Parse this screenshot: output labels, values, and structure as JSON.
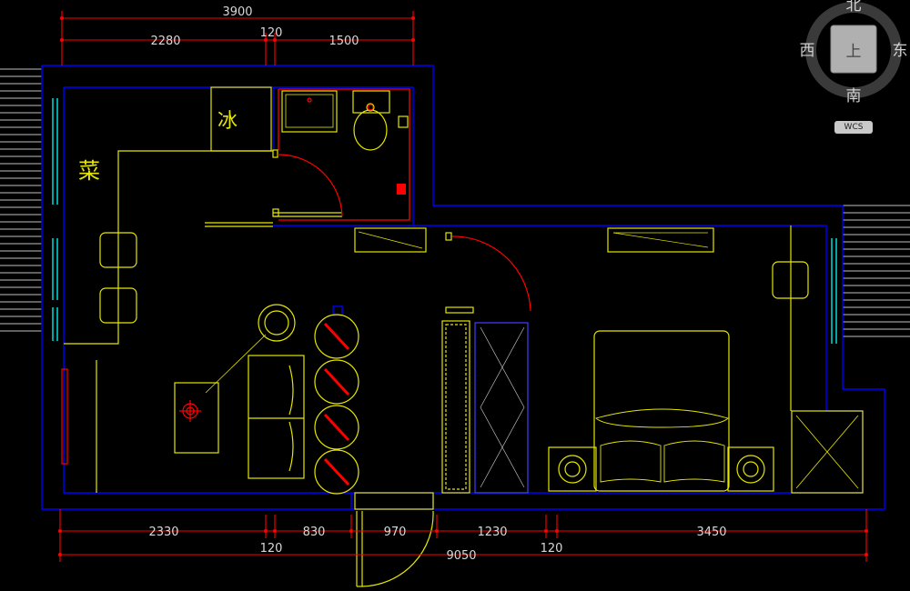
{
  "dimensions": {
    "top_total": "3900",
    "top_left": "2280",
    "top_mid": "120",
    "top_right": "1500",
    "bottom_1": "2330",
    "bottom_2": "830",
    "bottom_3": "970",
    "bottom_4": "1230",
    "bottom_5": "3450",
    "bottom_120_left": "120",
    "bottom_120_right": "120",
    "bottom_total": "9050"
  },
  "room_labels": {
    "fridge": "冰",
    "kitchen": "菜"
  },
  "compass": {
    "north": "北",
    "south": "南",
    "west": "西",
    "east": "东",
    "center": "上",
    "wcs": "WCS"
  },
  "colors": {
    "wall": "#0000ff",
    "furniture": "#e6e600",
    "door": "#ff0000",
    "dimension": "#ff0000",
    "window": "#00ffff",
    "text": "#d8d8d8"
  }
}
